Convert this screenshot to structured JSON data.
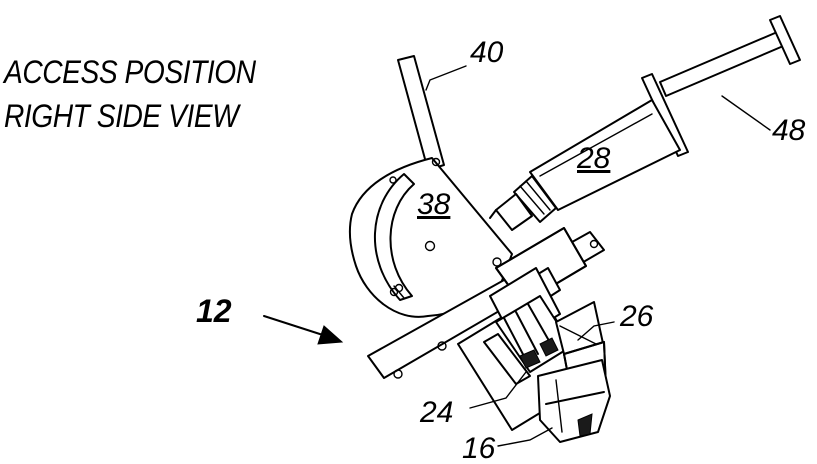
{
  "title": {
    "line1": "ACCESS POSITION",
    "line2": "RIGHT SIDE VIEW"
  },
  "references": {
    "r12": "12",
    "r16": "16",
    "r24": "24",
    "r26": "26",
    "r28": "28",
    "r38": "38",
    "r40": "40",
    "r48": "48"
  },
  "colors": {
    "ink": "#000000",
    "paper": "#ffffff"
  }
}
